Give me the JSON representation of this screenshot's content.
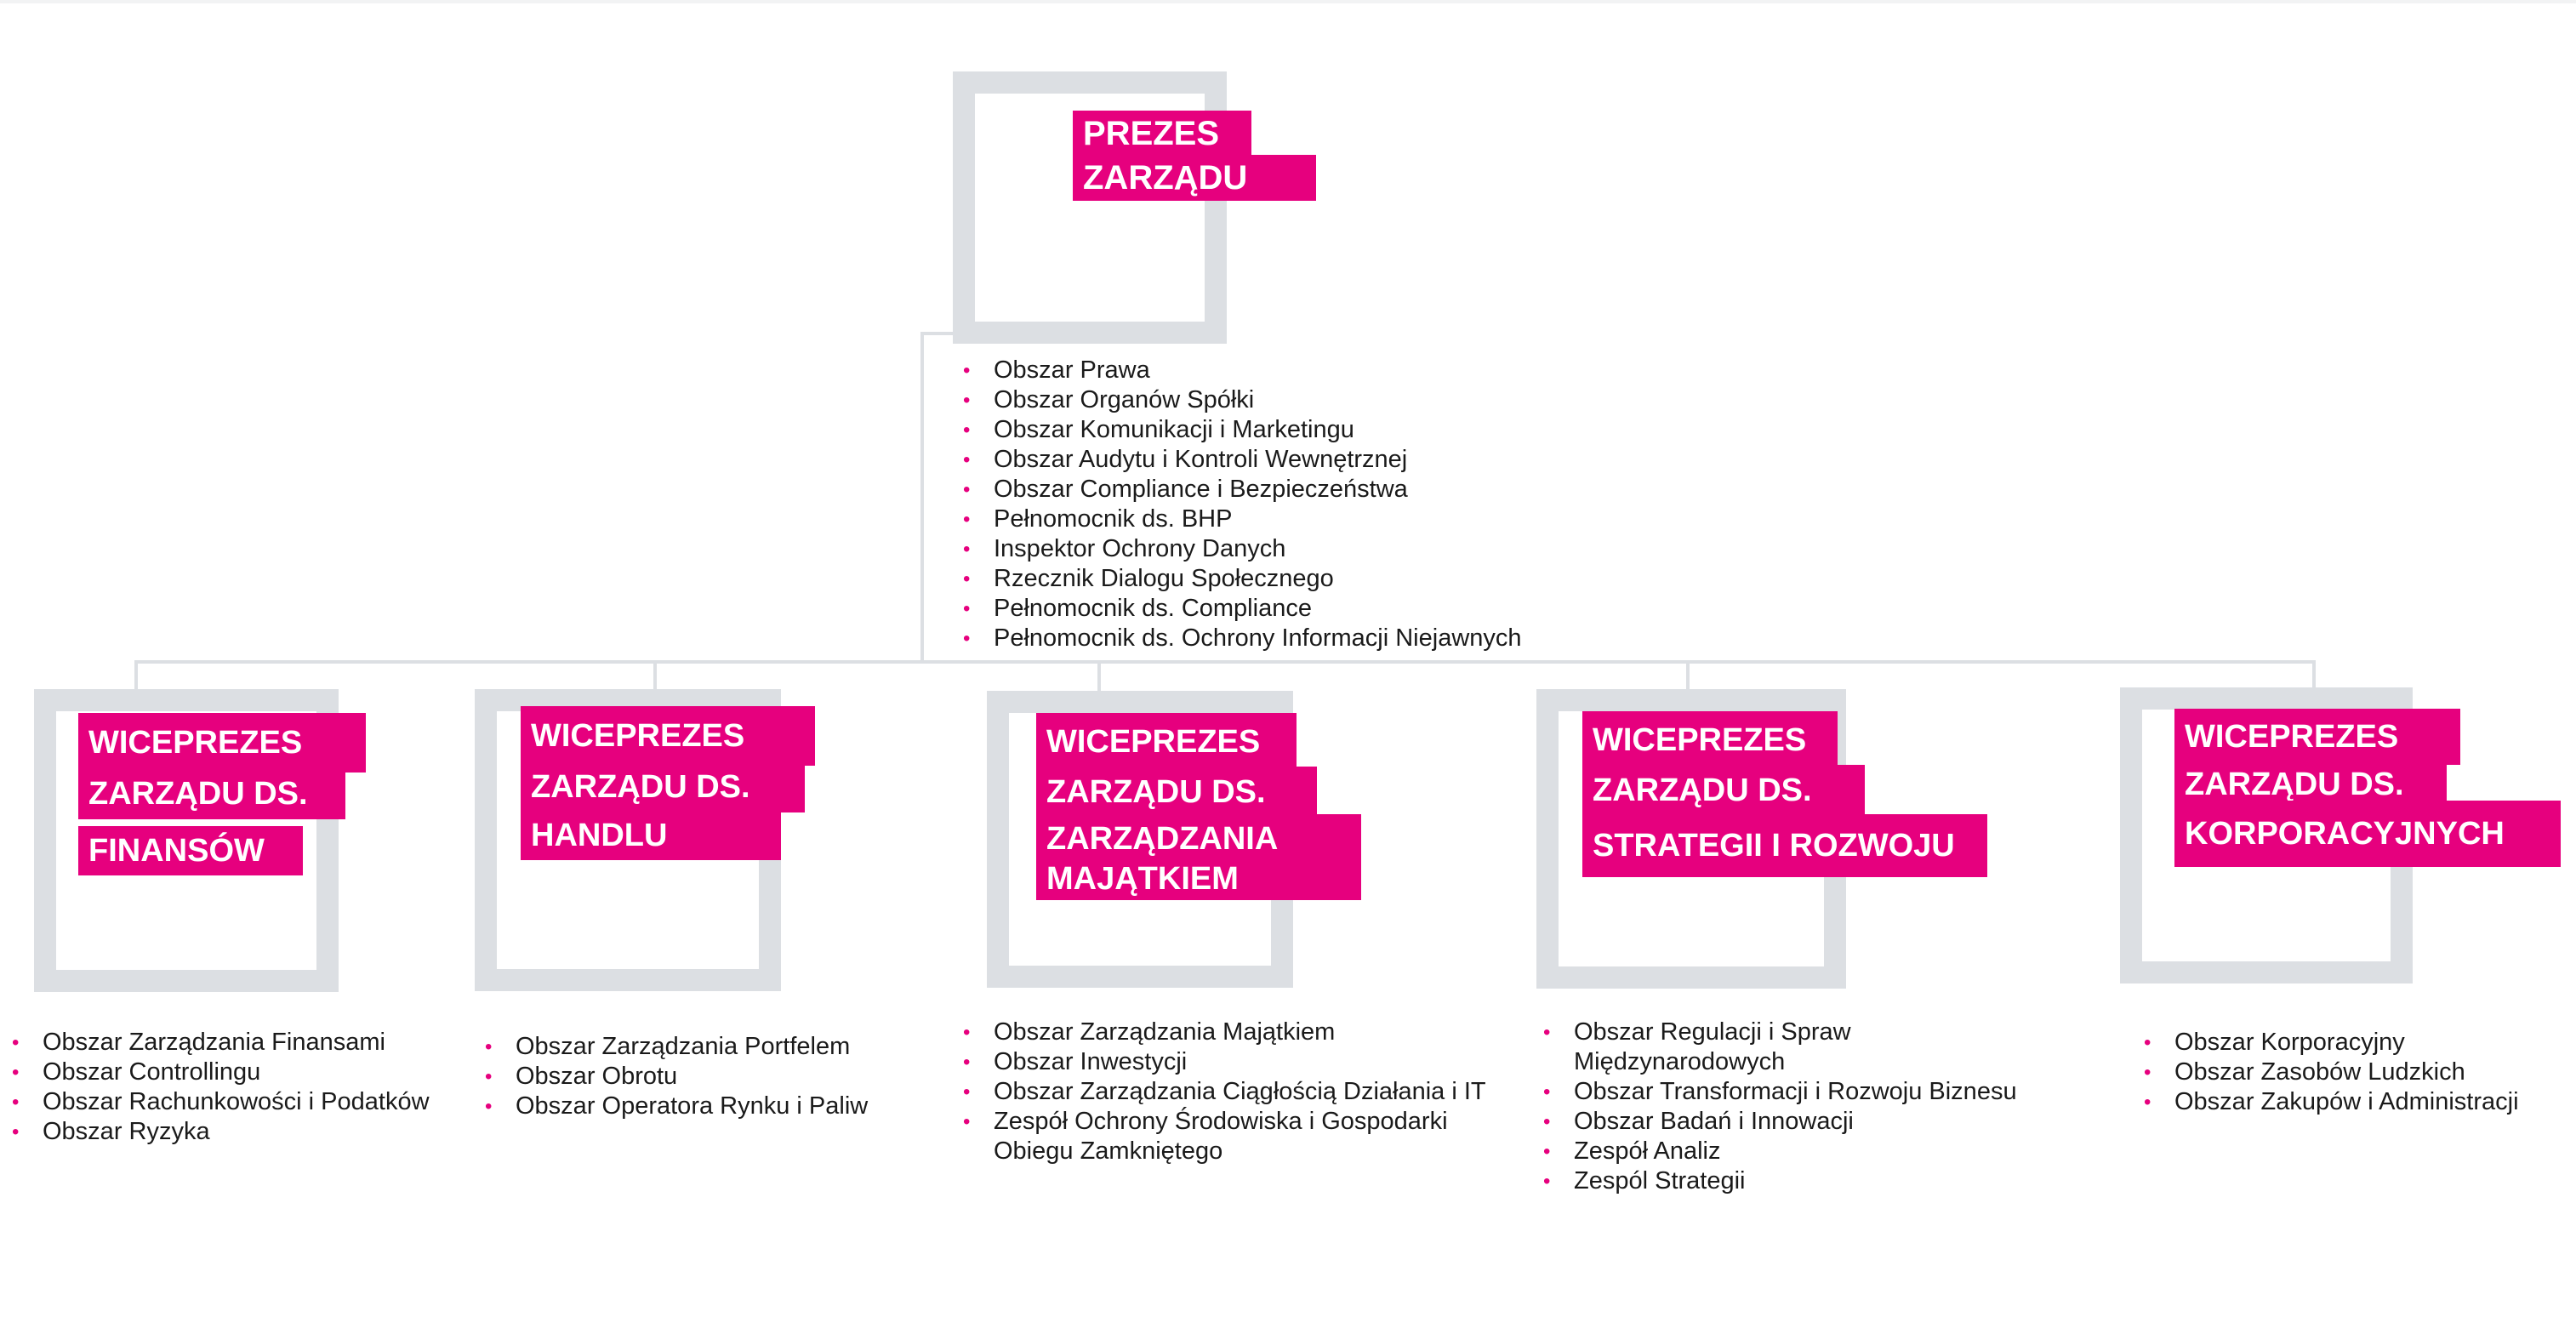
{
  "colors": {
    "accent": "#e6007e",
    "frame": "#dcdfe3",
    "text": "#1a1a1a"
  },
  "bullet": "•",
  "president": {
    "title_lines": [
      "PREZES",
      "ZARZĄDU"
    ],
    "areas": [
      "Obszar Prawa",
      "Obszar Organów Spółki",
      "Obszar Komunikacji i Marketingu",
      "Obszar Audytu i Kontroli Wewnętrznej",
      "Obszar Compliance i Bezpieczeństwa",
      "Pełnomocnik ds. BHP",
      "Inspektor Ochrony Danych",
      "Rzecznik Dialogu Społecznego",
      "Pełnomocnik ds. Compliance",
      "Pełnomocnik ds. Ochrony Informacji Niejawnych"
    ]
  },
  "vice_presidents": [
    {
      "id": "finanse",
      "title_lines": [
        "WICEPREZES",
        "ZARZĄDU DS.",
        "FINANSÓW"
      ],
      "areas": [
        "Obszar Zarządzania Finansami",
        "Obszar Controllingu",
        "Obszar Rachunkowości i Podatków",
        "Obszar Ryzyka"
      ]
    },
    {
      "id": "handel",
      "title_lines": [
        "WICEPREZES",
        "ZARZĄDU DS.",
        "HANDLU"
      ],
      "areas": [
        "Obszar Zarządzania Portfelem",
        "Obszar Obrotu",
        "Obszar Operatora Rynku i Paliw"
      ]
    },
    {
      "id": "majatek",
      "title_lines": [
        "WICEPREZES",
        "ZARZĄDU DS.",
        "ZARZĄDZANIA",
        "MAJĄTKIEM"
      ],
      "areas": [
        "Obszar Zarządzania Majątkiem",
        "Obszar Inwestycji",
        "Obszar Zarządzania Ciągłością Działania i IT",
        "Zespół Ochrony Środowiska i Gospodarki\nObiegu Zamkniętego"
      ]
    },
    {
      "id": "strategia",
      "title_lines": [
        "WICEPREZES",
        "ZARZĄDU DS.",
        "STRATEGII I ROZWOJU"
      ],
      "areas": [
        "Obszar Regulacji i Spraw\nMiędzynarodowych",
        "Obszar Transformacji i Rozwoju Biznesu",
        "Obszar Badań i Innowacji",
        "Zespół Analiz",
        "Zespól Strategii"
      ]
    },
    {
      "id": "korporacyjne",
      "title_lines": [
        "WICEPREZES",
        "ZARZĄDU DS.",
        "KORPORACYJNYCH"
      ],
      "areas": [
        "Obszar Korporacyjny",
        "Obszar Zasobów Ludzkich",
        "Obszar Zakupów i Administracji"
      ]
    }
  ]
}
